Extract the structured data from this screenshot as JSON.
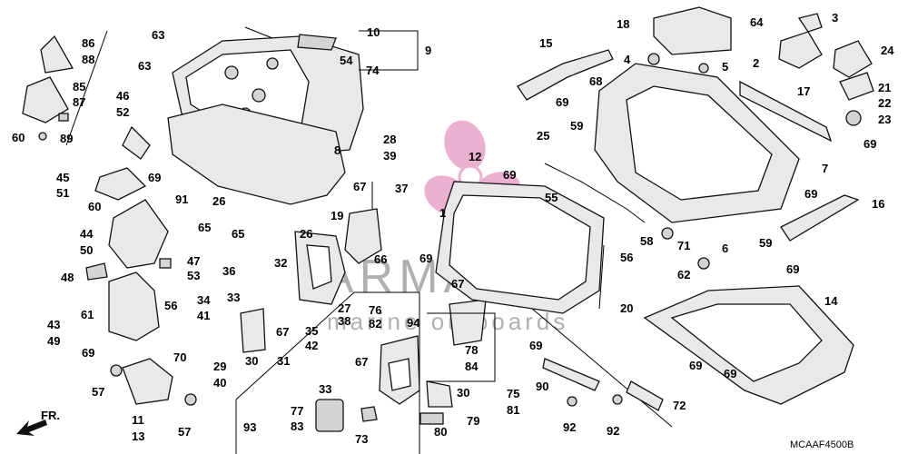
{
  "diagram": {
    "code": "MCAAF4500B",
    "direction_label": "FR.",
    "watermark": {
      "brand": "ARMADA",
      "tagline": "marine outboards",
      "color": "#e9a3c9"
    },
    "callouts": [
      {
        "id": "c86",
        "text": "86"
      },
      {
        "id": "c88",
        "text": "88"
      },
      {
        "id": "c85",
        "text": "85"
      },
      {
        "id": "c87",
        "text": "87"
      },
      {
        "id": "c60a",
        "text": "60"
      },
      {
        "id": "c89",
        "text": "89"
      },
      {
        "id": "c63a",
        "text": "63"
      },
      {
        "id": "c63b",
        "text": "63"
      },
      {
        "id": "c46",
        "text": "46"
      },
      {
        "id": "c52",
        "text": "52"
      },
      {
        "id": "c10",
        "text": "10"
      },
      {
        "id": "c9",
        "text": "9"
      },
      {
        "id": "c54",
        "text": "54"
      },
      {
        "id": "c74",
        "text": "74"
      },
      {
        "id": "c8",
        "text": "8"
      },
      {
        "id": "c45",
        "text": "45"
      },
      {
        "id": "c51",
        "text": "51"
      },
      {
        "id": "c69a",
        "text": "69"
      },
      {
        "id": "c60b",
        "text": "60"
      },
      {
        "id": "c91",
        "text": "91"
      },
      {
        "id": "c19",
        "text": "19"
      },
      {
        "id": "c26a",
        "text": "26"
      },
      {
        "id": "c65a",
        "text": "65"
      },
      {
        "id": "c65b",
        "text": "65"
      },
      {
        "id": "c26b",
        "text": "26"
      },
      {
        "id": "c44",
        "text": "44"
      },
      {
        "id": "c50",
        "text": "50"
      },
      {
        "id": "c47",
        "text": "47"
      },
      {
        "id": "c53",
        "text": "53"
      },
      {
        "id": "c48",
        "text": "48"
      },
      {
        "id": "c56a",
        "text": "56"
      },
      {
        "id": "c36",
        "text": "36"
      },
      {
        "id": "c32",
        "text": "32"
      },
      {
        "id": "c33a",
        "text": "33"
      },
      {
        "id": "c34",
        "text": "34"
      },
      {
        "id": "c41",
        "text": "41"
      },
      {
        "id": "c61",
        "text": "61"
      },
      {
        "id": "c43",
        "text": "43"
      },
      {
        "id": "c49",
        "text": "49"
      },
      {
        "id": "c69b",
        "text": "69"
      },
      {
        "id": "c70",
        "text": "70"
      },
      {
        "id": "c57a",
        "text": "57"
      },
      {
        "id": "c11",
        "text": "11"
      },
      {
        "id": "c13",
        "text": "13"
      },
      {
        "id": "c57b",
        "text": "57"
      },
      {
        "id": "c29",
        "text": "29"
      },
      {
        "id": "c40",
        "text": "40"
      },
      {
        "id": "c30a",
        "text": "30"
      },
      {
        "id": "c31",
        "text": "31"
      },
      {
        "id": "c67a",
        "text": "67"
      },
      {
        "id": "c27",
        "text": "27"
      },
      {
        "id": "c38",
        "text": "38"
      },
      {
        "id": "c35",
        "text": "35"
      },
      {
        "id": "c42",
        "text": "42"
      },
      {
        "id": "c28",
        "text": "28"
      },
      {
        "id": "c39",
        "text": "39"
      },
      {
        "id": "c37",
        "text": "37"
      },
      {
        "id": "c67b",
        "text": "67"
      },
      {
        "id": "c66",
        "text": "66"
      },
      {
        "id": "c12",
        "text": "12"
      },
      {
        "id": "c1",
        "text": "1"
      },
      {
        "id": "c69c",
        "text": "69"
      },
      {
        "id": "c67c",
        "text": "67"
      },
      {
        "id": "c76",
        "text": "76"
      },
      {
        "id": "c82",
        "text": "82"
      },
      {
        "id": "c94",
        "text": "94"
      },
      {
        "id": "c67d",
        "text": "67"
      },
      {
        "id": "c33b",
        "text": "33"
      },
      {
        "id": "c78",
        "text": "78"
      },
      {
        "id": "c84",
        "text": "84"
      },
      {
        "id": "c77",
        "text": "77"
      },
      {
        "id": "c83",
        "text": "83"
      },
      {
        "id": "c93",
        "text": "93"
      },
      {
        "id": "c73",
        "text": "73"
      },
      {
        "id": "c30b",
        "text": "30"
      },
      {
        "id": "c80",
        "text": "80"
      },
      {
        "id": "c79",
        "text": "79"
      },
      {
        "id": "c75",
        "text": "75"
      },
      {
        "id": "c81",
        "text": "81"
      },
      {
        "id": "c90",
        "text": "90"
      },
      {
        "id": "c92a",
        "text": "92"
      },
      {
        "id": "c92b",
        "text": "92"
      },
      {
        "id": "c72",
        "text": "72"
      },
      {
        "id": "c69d",
        "text": "69"
      },
      {
        "id": "c20",
        "text": "20"
      },
      {
        "id": "c25",
        "text": "25"
      },
      {
        "id": "c69e",
        "text": "69"
      },
      {
        "id": "c55",
        "text": "55"
      },
      {
        "id": "c56b",
        "text": "56"
      },
      {
        "id": "c15",
        "text": "15"
      },
      {
        "id": "c69f",
        "text": "69"
      },
      {
        "id": "c59a",
        "text": "59"
      },
      {
        "id": "c18",
        "text": "18"
      },
      {
        "id": "c4",
        "text": "4"
      },
      {
        "id": "c68",
        "text": "68"
      },
      {
        "id": "c5",
        "text": "5"
      },
      {
        "id": "c17",
        "text": "17"
      },
      {
        "id": "c7",
        "text": "7"
      },
      {
        "id": "c64",
        "text": "64"
      },
      {
        "id": "c3",
        "text": "3"
      },
      {
        "id": "c2",
        "text": "2"
      },
      {
        "id": "c24",
        "text": "24"
      },
      {
        "id": "c21",
        "text": "21"
      },
      {
        "id": "c22",
        "text": "22"
      },
      {
        "id": "c23",
        "text": "23"
      },
      {
        "id": "c69g",
        "text": "69"
      },
      {
        "id": "c58",
        "text": "58"
      },
      {
        "id": "c71",
        "text": "71"
      },
      {
        "id": "c6",
        "text": "6"
      },
      {
        "id": "c62",
        "text": "62"
      },
      {
        "id": "c69h",
        "text": "69"
      },
      {
        "id": "c59b",
        "text": "59"
      },
      {
        "id": "c16",
        "text": "16"
      },
      {
        "id": "c69i",
        "text": "69"
      },
      {
        "id": "c14",
        "text": "14"
      },
      {
        "id": "c69j",
        "text": "69"
      },
      {
        "id": "c69k",
        "text": "69"
      }
    ]
  }
}
